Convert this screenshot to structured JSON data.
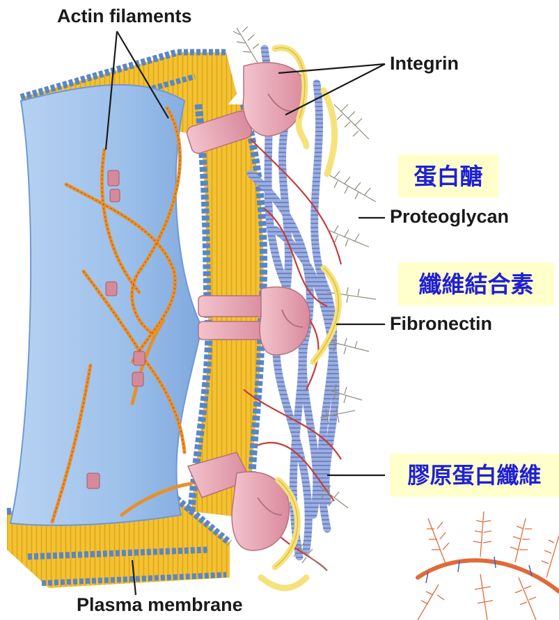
{
  "labels": {
    "actin_filaments": "Actin filaments",
    "integrin": "Integrin",
    "proteoglycan": "Proteoglycan",
    "fibronectin": "Fibronectin",
    "plasma_membrane": "Plasma membrane"
  },
  "chinese_labels": {
    "proteoglycan": "蛋白醣",
    "fibronectin": "纖維結合素",
    "collagen_fiber": "膠原蛋白纖維"
  },
  "colors": {
    "cytoplasm": "#9cc0ea",
    "lipid_yellow": "#f2c232",
    "head_blue": "#7fa6d8",
    "integrin_pink": "#eaa6b4",
    "fibronectin_yellow": "#f6e27a",
    "collagen_blue": "#8da0d6",
    "actin_orange": "#e8902a",
    "zh_background": "#ffffcc",
    "zh_text": "#1f1fd8",
    "proteoglycan_gray": "#8a8a7a",
    "proteoglycan_detail_orange": "#e06a3a"
  }
}
